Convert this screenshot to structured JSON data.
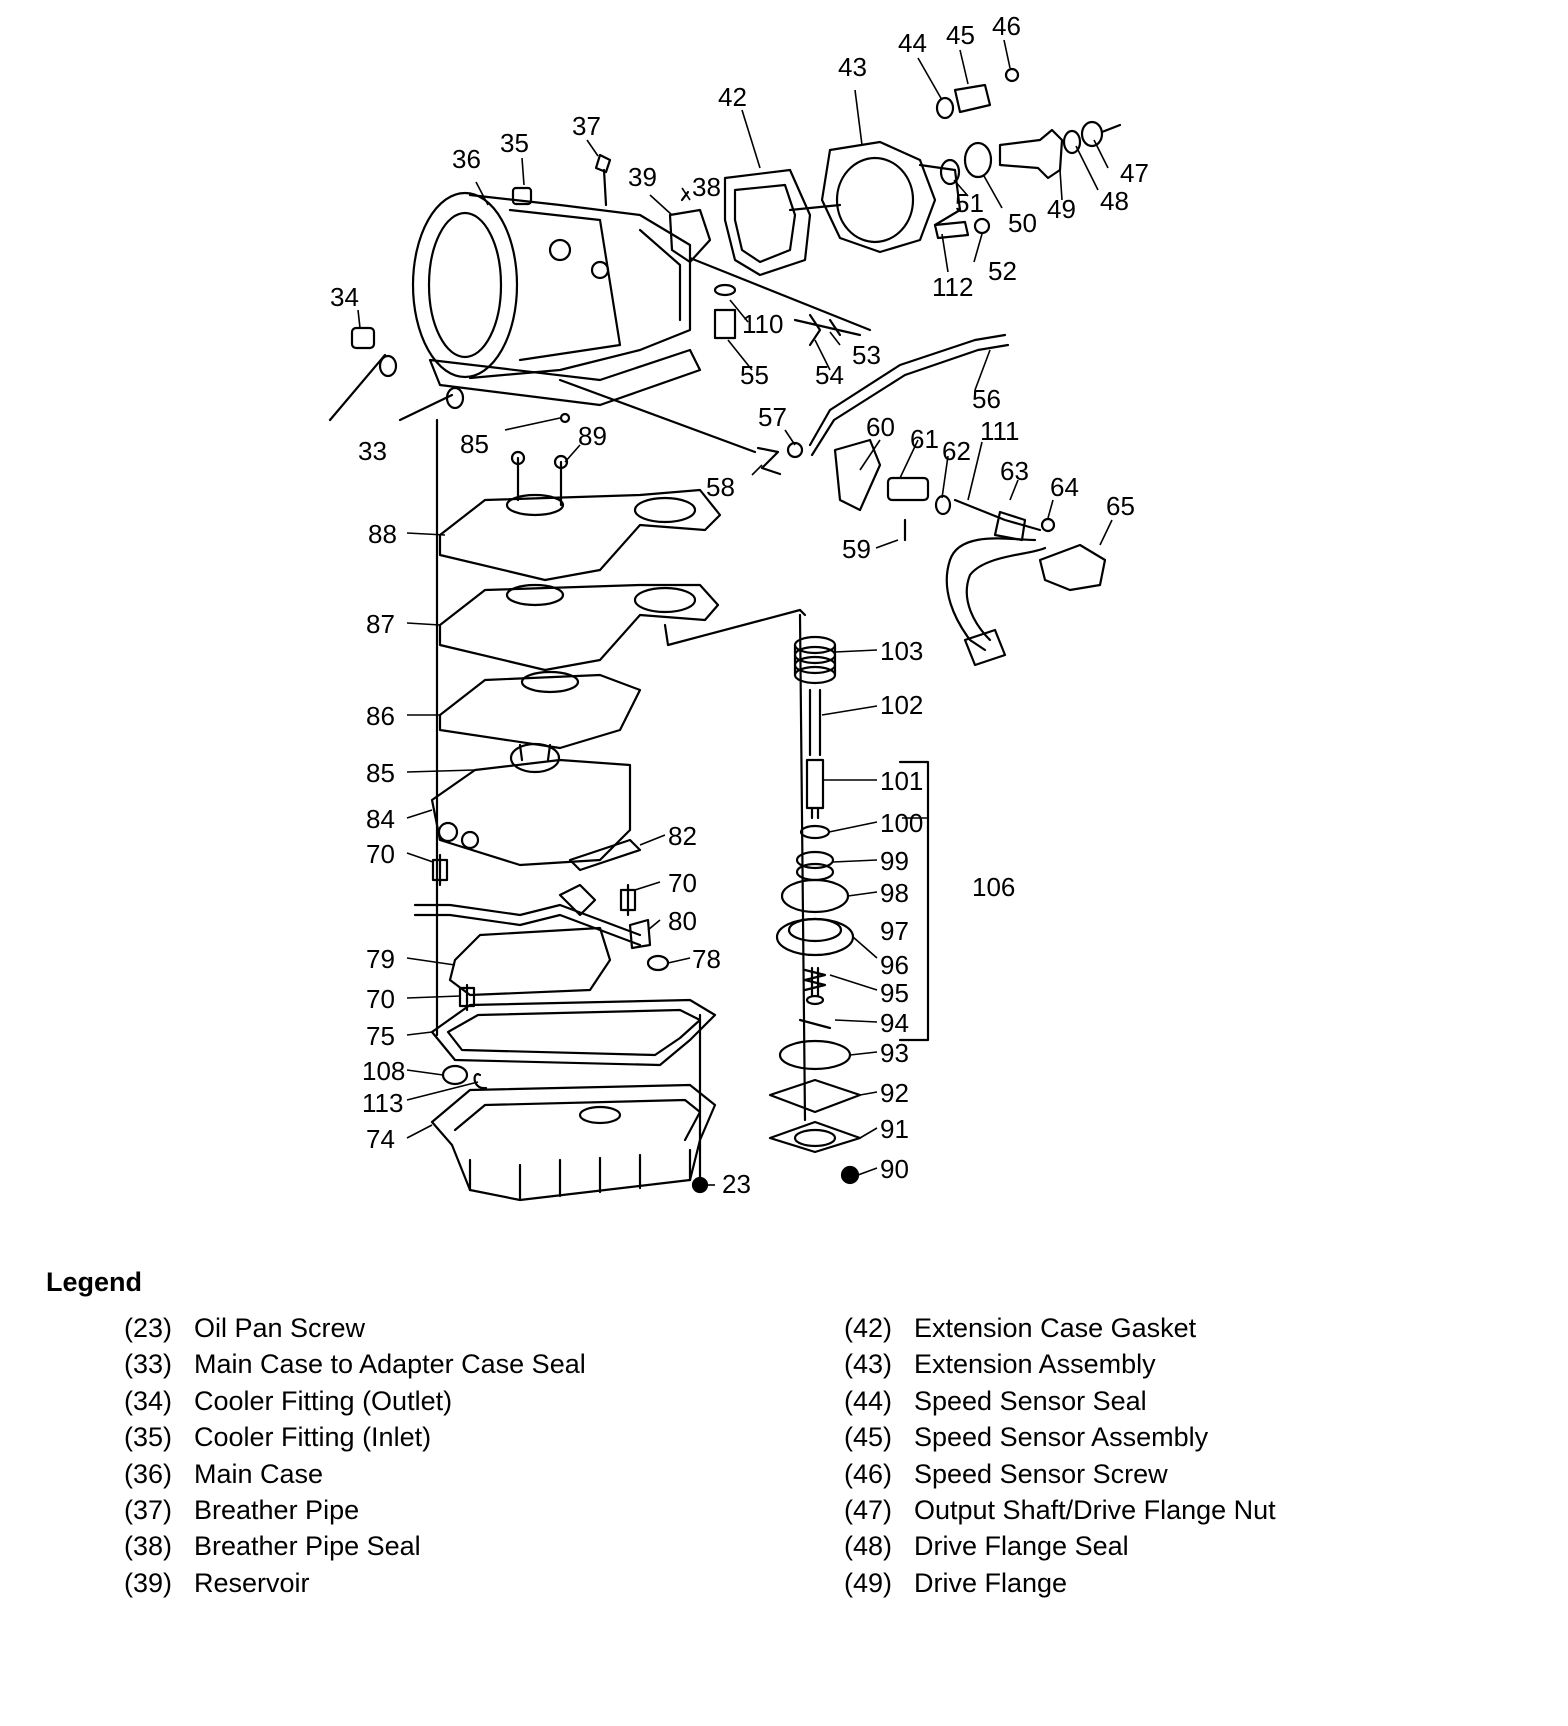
{
  "callouts": [
    {
      "id": "n46",
      "text": "46"
    },
    {
      "id": "n45",
      "text": "45"
    },
    {
      "id": "n44",
      "text": "44"
    },
    {
      "id": "n43",
      "text": "43"
    },
    {
      "id": "n42",
      "text": "42"
    },
    {
      "id": "n37",
      "text": "37"
    },
    {
      "id": "n35",
      "text": "35"
    },
    {
      "id": "n36",
      "text": "36"
    },
    {
      "id": "n39",
      "text": "39"
    },
    {
      "id": "n38",
      "text": "38"
    },
    {
      "id": "n47",
      "text": "47"
    },
    {
      "id": "n48",
      "text": "48"
    },
    {
      "id": "n49",
      "text": "49"
    },
    {
      "id": "n50",
      "text": "50"
    },
    {
      "id": "n51",
      "text": "51"
    },
    {
      "id": "n52",
      "text": "52"
    },
    {
      "id": "n112",
      "text": "112"
    },
    {
      "id": "n34",
      "text": "34"
    },
    {
      "id": "n110",
      "text": "110"
    },
    {
      "id": "n53",
      "text": "53"
    },
    {
      "id": "n54",
      "text": "54"
    },
    {
      "id": "n55",
      "text": "55"
    },
    {
      "id": "n56",
      "text": "56"
    },
    {
      "id": "n33",
      "text": "33"
    },
    {
      "id": "n85a",
      "text": "85"
    },
    {
      "id": "n89",
      "text": "89"
    },
    {
      "id": "n57",
      "text": "57"
    },
    {
      "id": "n60",
      "text": "60"
    },
    {
      "id": "n61",
      "text": "61"
    },
    {
      "id": "n62",
      "text": "62"
    },
    {
      "id": "n111",
      "text": "111"
    },
    {
      "id": "n58",
      "text": "58"
    },
    {
      "id": "n63",
      "text": "63"
    },
    {
      "id": "n64",
      "text": "64"
    },
    {
      "id": "n65",
      "text": "65"
    },
    {
      "id": "n88",
      "text": "88"
    },
    {
      "id": "n59",
      "text": "59"
    },
    {
      "id": "n87",
      "text": "87"
    },
    {
      "id": "n103",
      "text": "103"
    },
    {
      "id": "n102",
      "text": "102"
    },
    {
      "id": "n86",
      "text": "86"
    },
    {
      "id": "n85b",
      "text": "85"
    },
    {
      "id": "n101",
      "text": "101"
    },
    {
      "id": "n84",
      "text": "84"
    },
    {
      "id": "n100",
      "text": "100"
    },
    {
      "id": "n70a",
      "text": "70"
    },
    {
      "id": "n82",
      "text": "82"
    },
    {
      "id": "n99",
      "text": "99"
    },
    {
      "id": "n70b",
      "text": "70"
    },
    {
      "id": "n98",
      "text": "98"
    },
    {
      "id": "n106",
      "text": "106"
    },
    {
      "id": "n80",
      "text": "80"
    },
    {
      "id": "n97",
      "text": "97"
    },
    {
      "id": "n79",
      "text": "79"
    },
    {
      "id": "n78",
      "text": "78"
    },
    {
      "id": "n96",
      "text": "96"
    },
    {
      "id": "n70c",
      "text": "70"
    },
    {
      "id": "n95",
      "text": "95"
    },
    {
      "id": "n94",
      "text": "94"
    },
    {
      "id": "n75",
      "text": "75"
    },
    {
      "id": "n93",
      "text": "93"
    },
    {
      "id": "n108",
      "text": "108"
    },
    {
      "id": "n92",
      "text": "92"
    },
    {
      "id": "n113",
      "text": "113"
    },
    {
      "id": "n91",
      "text": "91"
    },
    {
      "id": "n74",
      "text": "74"
    },
    {
      "id": "n90",
      "text": "90"
    },
    {
      "id": "n23",
      "text": "23"
    }
  ],
  "legend": {
    "title": "Legend",
    "left": [
      {
        "num": "(23)",
        "name": "Oil Pan Screw"
      },
      {
        "num": "(33)",
        "name": "Main Case to Adapter Case Seal"
      },
      {
        "num": "(34)",
        "name": "Cooler Fitting (Outlet)"
      },
      {
        "num": "(35)",
        "name": "Cooler Fitting (Inlet)"
      },
      {
        "num": "(36)",
        "name": "Main Case"
      },
      {
        "num": "(37)",
        "name": "Breather Pipe"
      },
      {
        "num": "(38)",
        "name": "Breather Pipe Seal"
      },
      {
        "num": "(39)",
        "name": "Reservoir"
      }
    ],
    "right": [
      {
        "num": "(42)",
        "name": "Extension Case Gasket"
      },
      {
        "num": "(43)",
        "name": "Extension Assembly"
      },
      {
        "num": "(44)",
        "name": "Speed Sensor Seal"
      },
      {
        "num": "(45)",
        "name": "Speed Sensor Assembly"
      },
      {
        "num": "(46)",
        "name": "Speed Sensor Screw"
      },
      {
        "num": "(47)",
        "name": "Output Shaft/Drive Flange Nut"
      },
      {
        "num": "(48)",
        "name": "Drive Flange Seal"
      },
      {
        "num": "(49)",
        "name": "Drive Flange"
      }
    ]
  }
}
